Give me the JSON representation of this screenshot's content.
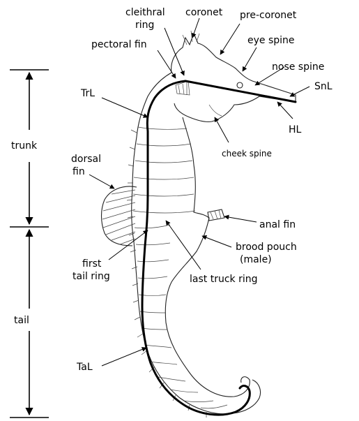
{
  "labels": {
    "cleithral_ring": [
      "cleithral",
      "ring"
    ],
    "coronet": "coronet",
    "pre_coronet": "pre-coronet",
    "pectoral_fin": "pectoral fin",
    "eye_spine": "eye spine",
    "nose_spine": "nose spine",
    "snl": "SnL",
    "trl": "TrL",
    "hl": "HL",
    "cheek_spine": "cheek spine",
    "trunk": "trunk",
    "dorsal_fin": [
      "dorsal",
      "fin"
    ],
    "anal_fin": "anal fin",
    "brood_pouch": [
      "brood pouch",
      "(male)"
    ],
    "first_tail_ring": [
      "first",
      "tail ring"
    ],
    "last_truck_ring": "last truck ring",
    "tail": "tail",
    "tal": "TaL"
  }
}
